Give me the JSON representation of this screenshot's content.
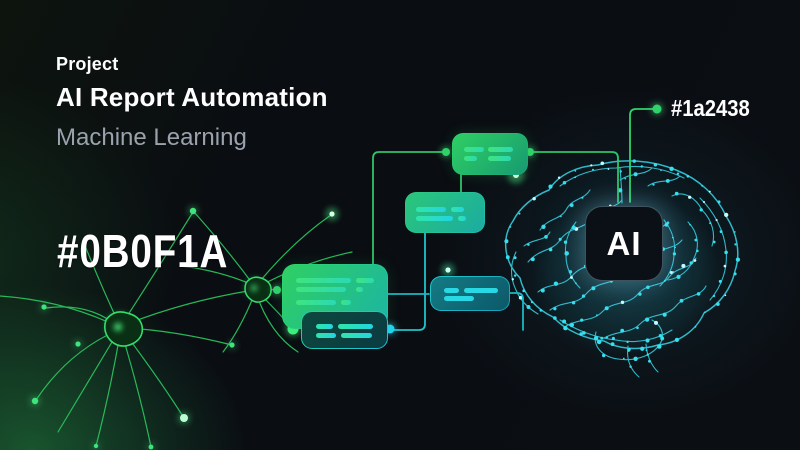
{
  "header": {
    "eyebrow": "Project",
    "title": "AI Report Automation",
    "subtitle": "Machine Learning"
  },
  "swatch_labels": {
    "background_hex": "#0B0F1A",
    "panel_hex": "#1a2438"
  },
  "chip": {
    "label": "AI"
  },
  "colors": {
    "background": "#0b0f1a",
    "panel": "#1a2438",
    "accent_green": "#2fd366",
    "accent_teal": "#22d3ee",
    "text_primary": "#ffffff",
    "text_muted": "#9aa2ad"
  },
  "illustrations": {
    "left": "neuron-illustration",
    "right": "brain-illustration",
    "middle": "flowchart-diagram"
  }
}
